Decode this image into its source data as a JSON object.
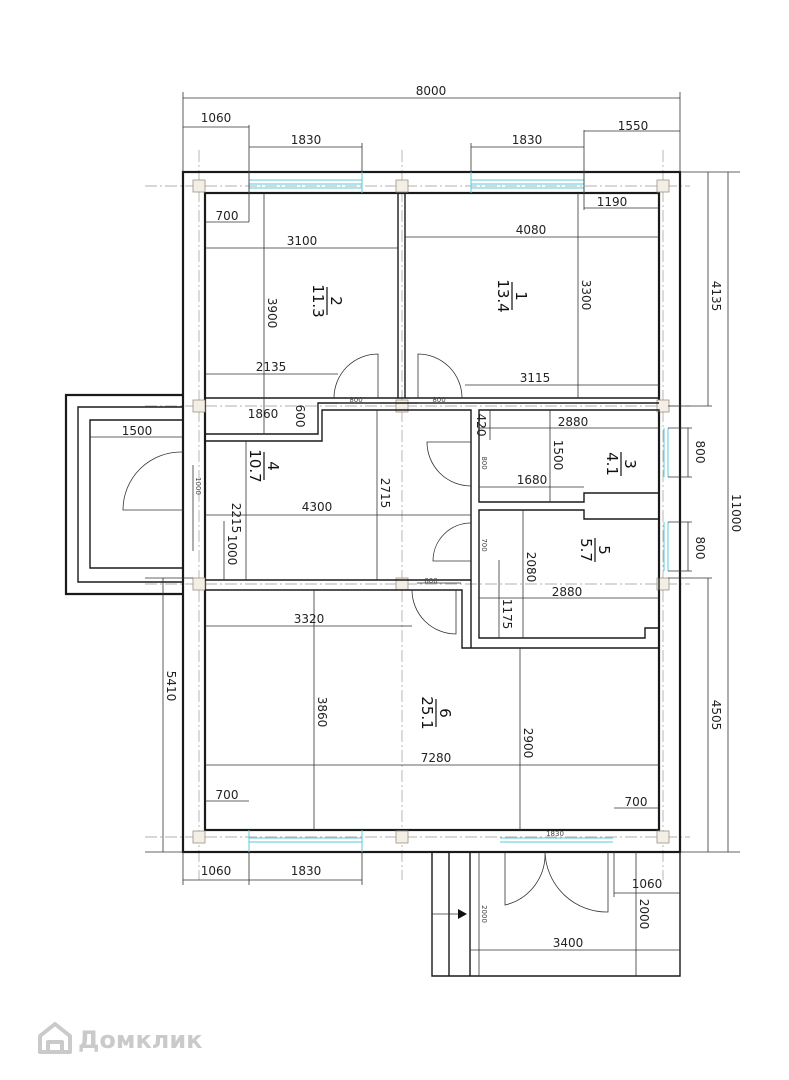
{
  "rooms": [
    {
      "number": "1",
      "area": "13.4"
    },
    {
      "number": "2",
      "area": "11.3"
    },
    {
      "number": "3",
      "area": "4.1"
    },
    {
      "number": "4",
      "area": "10.7"
    },
    {
      "number": "5",
      "area": "5.7"
    },
    {
      "number": "6",
      "area": "25.1"
    }
  ],
  "dims": {
    "total_width": "8000",
    "top_left_offset": "1060",
    "top_window_left": "1830",
    "top_window_right": "1830",
    "top_right_offset": "1550",
    "r2_win_offset": "700",
    "r2_width": "3100",
    "r2_height": "3900",
    "r2_low_width": "2135",
    "r2_niche_width": "1860",
    "r2_niche_height": "600",
    "r1_win_offset": "1190",
    "r1_width": "4080",
    "r1_height": "3300",
    "r1_low_width": "3115",
    "door_r2": "800",
    "door_r1": "800",
    "right_top_height": "4135",
    "total_height": "11000",
    "right_bottom_height": "4505",
    "porch_width": "1500",
    "entry_door": "1000",
    "r4_width": "4300",
    "r4_height_left": "2215",
    "r4_height_mid": "2715",
    "r4_lower": "1000",
    "door_r3": "800",
    "door_r5": "700",
    "door_r6": "800",
    "r3_offset": "420",
    "r3_width": "2880",
    "r3_height": "1500",
    "r3_low_width": "1680",
    "r3_window": "800",
    "r5_height": "2080",
    "r5_width": "2880",
    "r5_low": "1175",
    "r5_window": "800",
    "r6_top_width": "3320",
    "r6_height_left": "3860",
    "r6_height_right": "2900",
    "r6_width": "7280",
    "r6_win_left": "700",
    "r6_win_right": "700",
    "left_bottom_height": "5410",
    "bottom_left_offset": "1060",
    "bottom_window": "1830",
    "bottom_door": "1830",
    "bottom_right_offset": "1060",
    "terrace_depth": "2000",
    "terrace_width": "3400",
    "stairs_depth": "2000"
  },
  "watermark": "Домклик"
}
